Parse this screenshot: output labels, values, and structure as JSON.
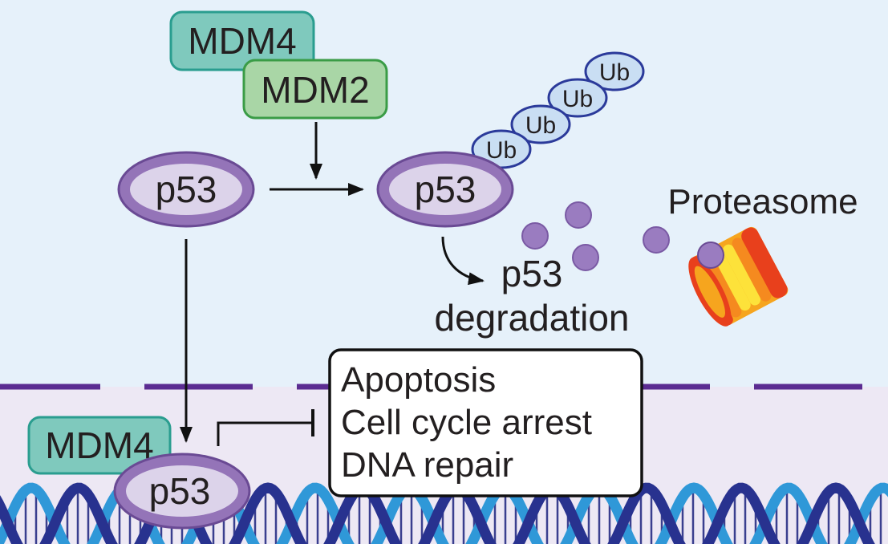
{
  "colors": {
    "cytoplasm_bg": "#e6f1fa",
    "nucleus_bg": "#ede8f4",
    "membrane": "#5b2c91",
    "p53_outer": "#9474b8",
    "p53_inner": "#dcd3ea",
    "mdm4_fill": "#7fc9bd",
    "mdm4_stroke": "#2a9d8f",
    "mdm2_fill": "#a9d6a6",
    "mdm2_stroke": "#3a9c46",
    "ub_fill": "#c9def3",
    "ub_stroke": "#2b3a9a",
    "fragment": "#9a7cc0",
    "dna_dark": "#28328f",
    "dna_light": "#2f98d8"
  },
  "labels": {
    "mdm4_top": "MDM4",
    "mdm2": "MDM2",
    "p53_left": "p53",
    "p53_right": "p53",
    "p53_nucleus": "p53",
    "mdm4_nucleus": "MDM4",
    "ubiquitins": [
      "Ub",
      "Ub",
      "Ub",
      "Ub"
    ],
    "proteasome": "Proteasome",
    "degradation_line1": "p53",
    "degradation_line2": "degradation",
    "outcomes": [
      "Apoptosis",
      "Cell cycle arrest",
      "DNA repair"
    ]
  }
}
